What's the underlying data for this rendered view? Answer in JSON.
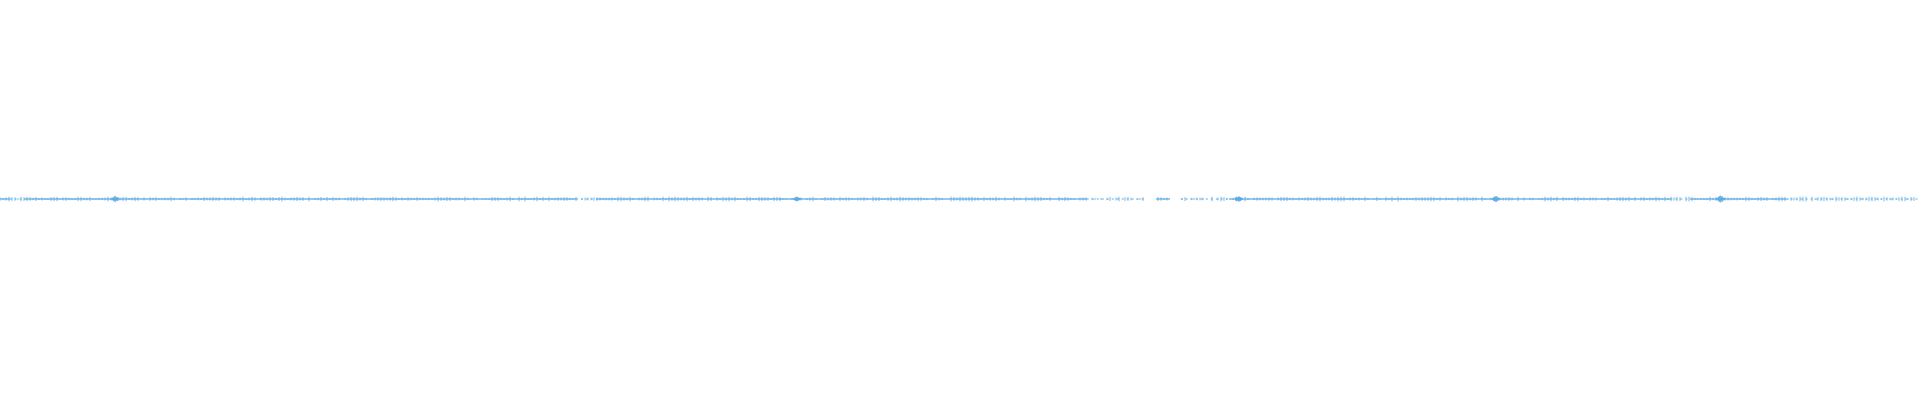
{
  "waveform": {
    "color": "#5aa9e0",
    "duration": 1.0,
    "baseline_amplitude": 0.01,
    "peaks": [
      {
        "t": 0.06,
        "amplitude": 0.3
      },
      {
        "t": 0.112,
        "amplitude": 0.06
      },
      {
        "t": 0.264,
        "amplitude": 0.08
      },
      {
        "t": 0.407,
        "amplitude": 0.1
      },
      {
        "t": 0.415,
        "amplitude": 0.26
      },
      {
        "t": 0.604,
        "amplitude": 0.06
      },
      {
        "t": 0.645,
        "amplitude": 0.28
      },
      {
        "t": 0.779,
        "amplitude": 0.3
      },
      {
        "t": 0.896,
        "amplitude": 0.34
      }
    ],
    "gaps": [
      {
        "start": 0.596,
        "end": 0.602
      },
      {
        "start": 0.609,
        "end": 0.615
      }
    ],
    "dotted_regions": [
      {
        "start": 0.005,
        "end": 0.012
      },
      {
        "start": 0.3,
        "end": 0.31
      },
      {
        "start": 0.566,
        "end": 0.596
      },
      {
        "start": 0.615,
        "end": 0.64
      },
      {
        "start": 0.87,
        "end": 0.88
      },
      {
        "start": 0.93,
        "end": 1.0
      }
    ]
  }
}
